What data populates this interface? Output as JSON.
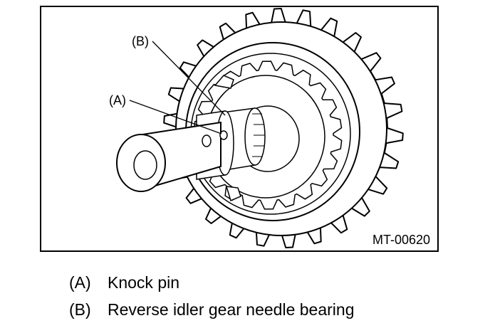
{
  "figure": {
    "code": "MT-00620",
    "callouts": {
      "a": "(A)",
      "b": "(B)"
    }
  },
  "legend": {
    "items": [
      {
        "key": "(A)",
        "text": "Knock pin"
      },
      {
        "key": "(B)",
        "text": "Reverse idler gear needle bearing"
      }
    ]
  }
}
